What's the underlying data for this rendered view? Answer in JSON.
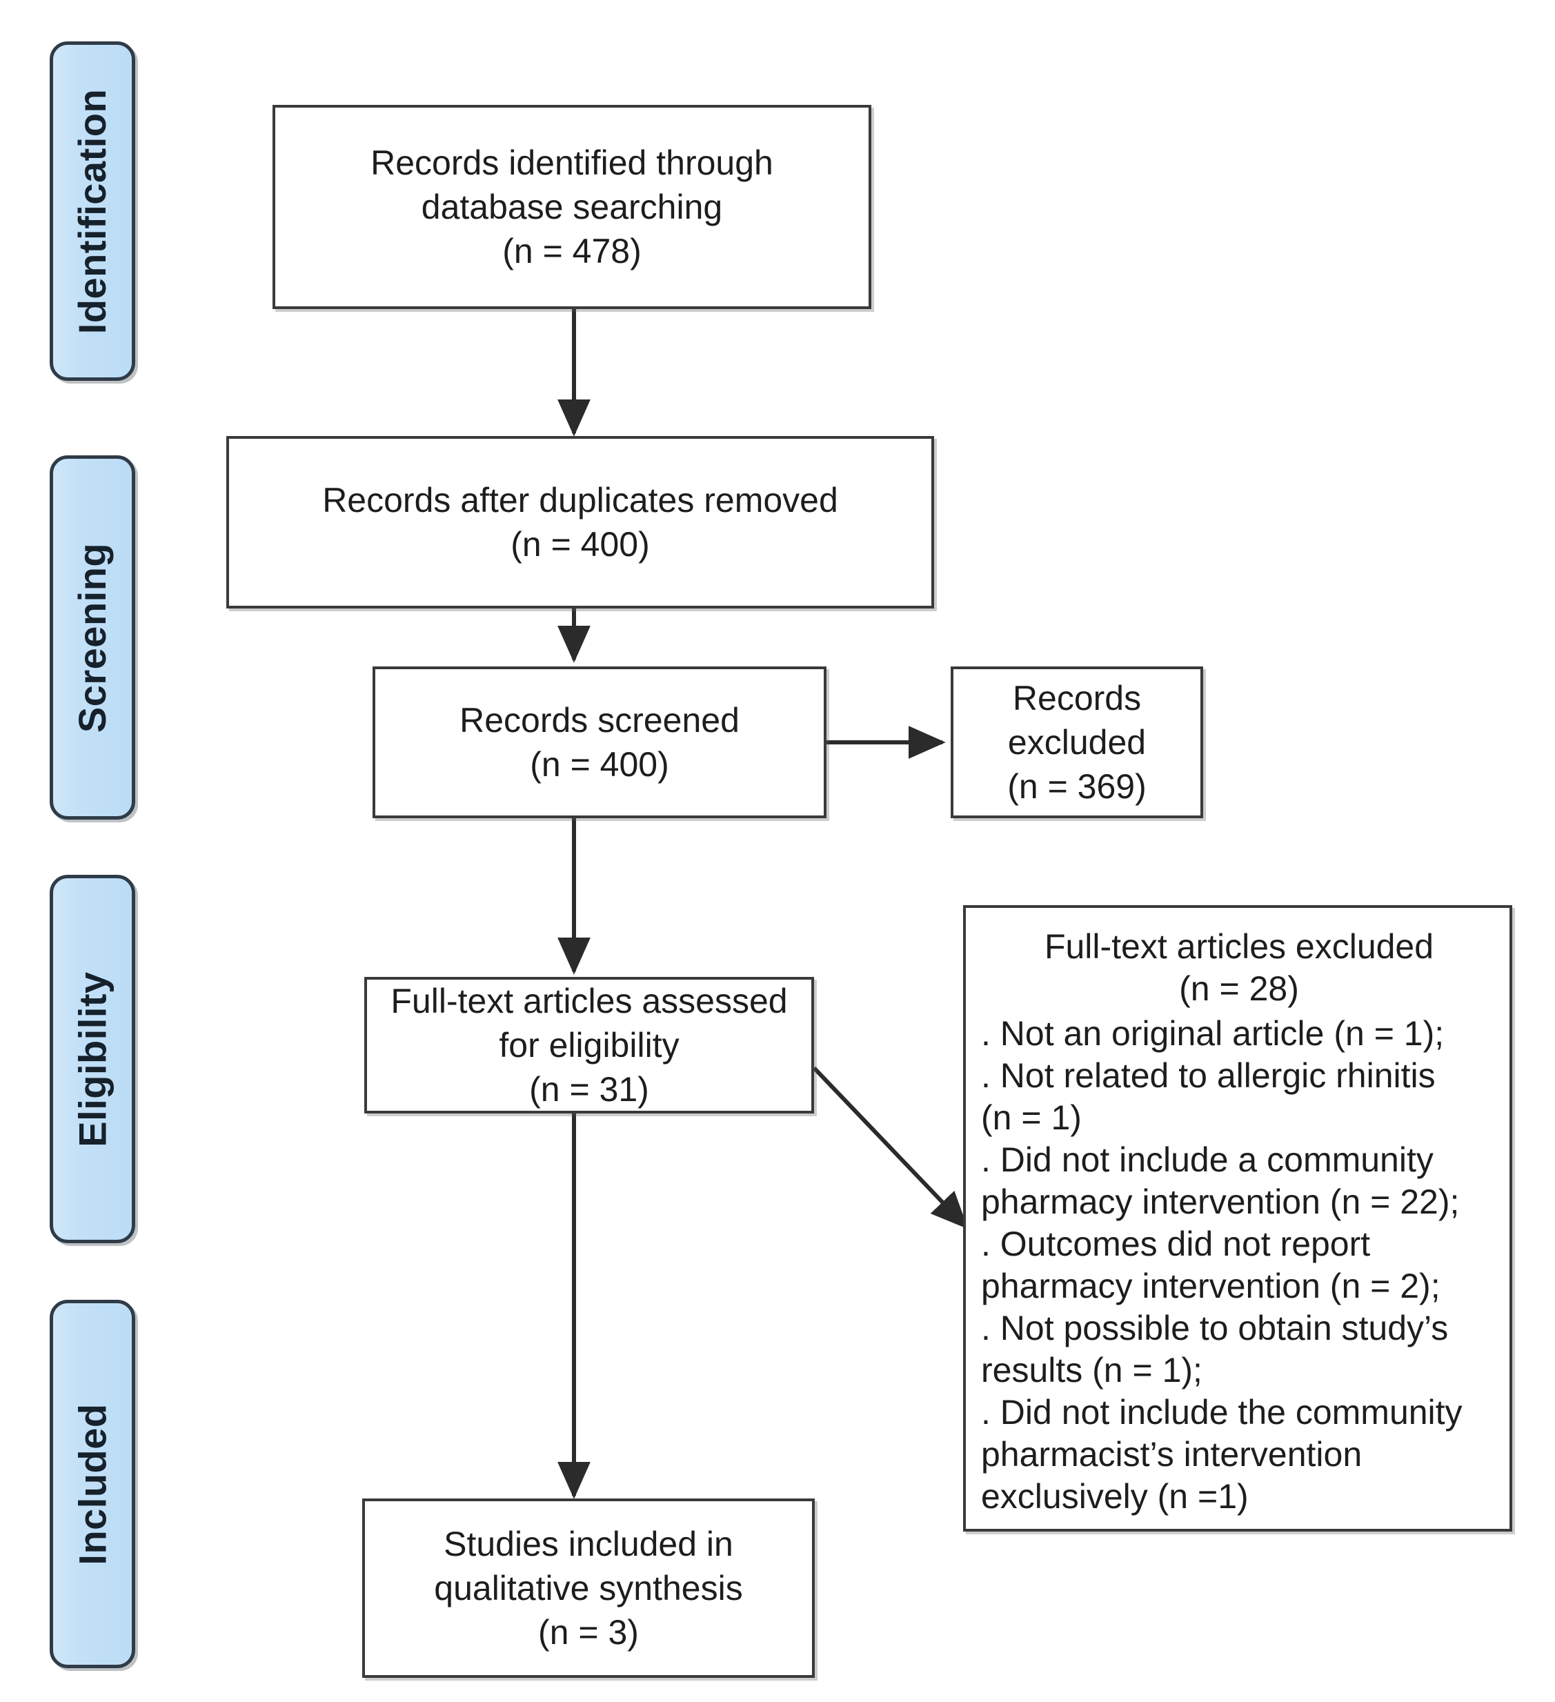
{
  "diagram": {
    "title": "PRISMA flow diagram",
    "accent_blue": "#bcdcf6",
    "border_color": "#3a3a3a",
    "stage_border_color": "#2f3b47"
  },
  "stages": [
    {
      "id": "identification",
      "label": "Identification"
    },
    {
      "id": "screening",
      "label": "Screening"
    },
    {
      "id": "eligibility",
      "label": "Eligibility"
    },
    {
      "id": "included",
      "label": "Included"
    }
  ],
  "boxes": {
    "records_identified": {
      "text": "Records identified through\ndatabase searching\n(n = 478)",
      "count": 478
    },
    "records_after_duplicates": {
      "text": "Records after duplicates removed\n(n = 400)",
      "count": 400
    },
    "records_screened": {
      "text": "Records screened\n(n = 400)",
      "count": 400
    },
    "records_excluded": {
      "text": "Records excluded\n(n = 369)",
      "count": 369
    },
    "fulltext_assessed": {
      "text": "Full-text articles assessed\nfor eligibility\n(n = 31)",
      "count": 31
    },
    "studies_included": {
      "text": "Studies included in\nqualitative synthesis\n(n = 3)",
      "count": 3
    }
  },
  "fulltext_excluded": {
    "heading": "Full-text articles excluded\n(n = 28)",
    "count": 28,
    "reasons": [
      {
        "text": ". Not an original article (n = 1);",
        "count": 1
      },
      {
        "text": ". Not related to allergic rhinitis",
        "count": null
      },
      {
        "text": "(n = 1)",
        "count": 1
      },
      {
        "text": ". Did not include a community",
        "count": null
      },
      {
        "text": "pharmacy intervention (n = 22);",
        "count": 22
      },
      {
        "text": ". Outcomes did not report",
        "count": null
      },
      {
        "text": "pharmacy intervention (n = 2);",
        "count": 2
      },
      {
        "text": ". Not possible to obtain study’s",
        "count": null
      },
      {
        "text": "results (n = 1);",
        "count": 1
      },
      {
        "text": ". Did not include the community",
        "count": null
      },
      {
        "text": "pharmacist’s intervention",
        "count": null
      },
      {
        "text": "exclusively (n =1)",
        "count": 1
      }
    ]
  }
}
